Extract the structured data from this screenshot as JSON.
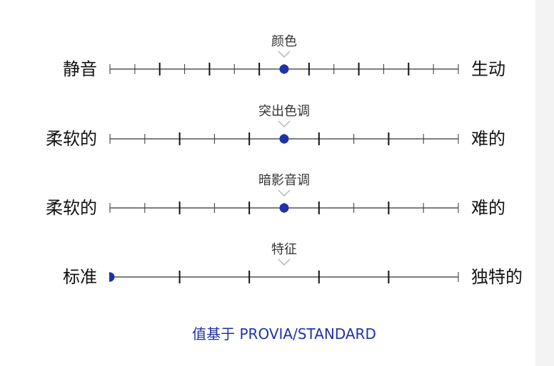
{
  "accent_color": "#1f33a8",
  "sliders": [
    {
      "title": "颜色",
      "left_label": "静音",
      "right_label": "生动",
      "steps": 14,
      "major_every": 2,
      "value_index": 7
    },
    {
      "title": "突出色调",
      "left_label": "柔软的",
      "right_label": "难的",
      "steps": 10,
      "major_every": 2,
      "value_index": 5
    },
    {
      "title": "暗影音调",
      "left_label": "柔软的",
      "right_label": "难的",
      "steps": 10,
      "major_every": 2,
      "value_index": 5
    },
    {
      "title": "特征",
      "left_label": "标准",
      "right_label": "独特的",
      "steps": 5,
      "major_every": 1,
      "value_index": 0
    }
  ],
  "footer": {
    "note": "值基于 PROVIA/STANDARD"
  }
}
